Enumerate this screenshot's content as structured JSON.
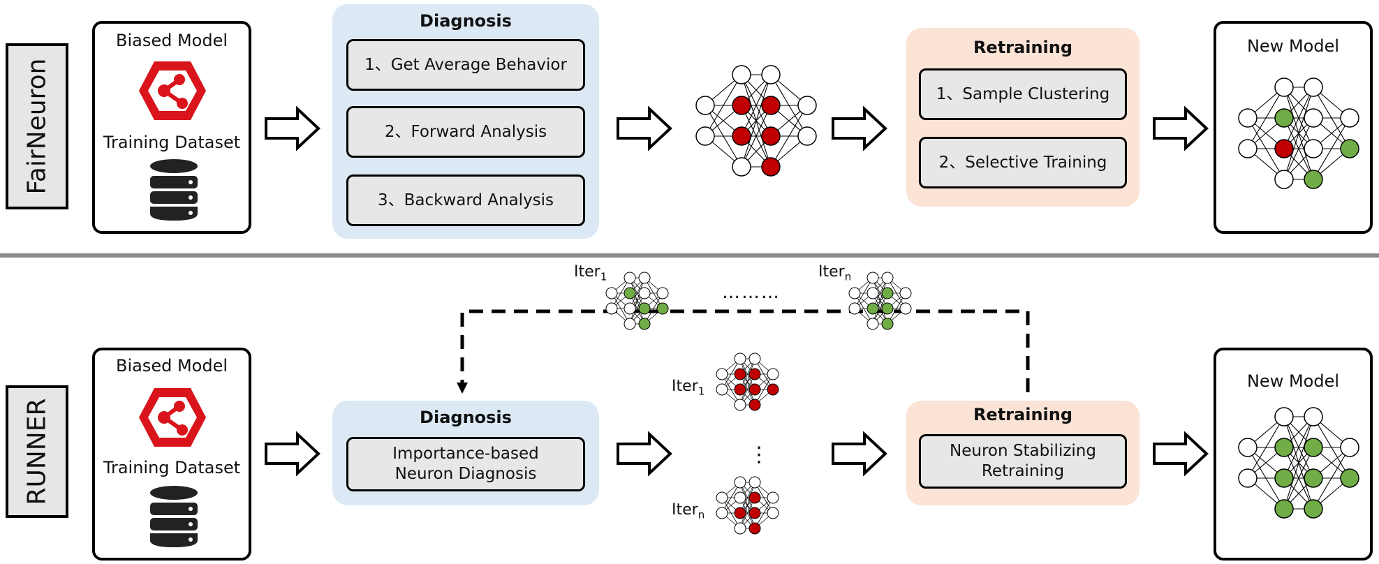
{
  "top": {
    "side_label": "FairNeuron",
    "model_card": {
      "title": "Biased Model",
      "dataset": "Training Dataset"
    },
    "diagnosis": {
      "title": "Diagnosis",
      "steps": [
        "1、Get Average Behavior",
        "2、Forward Analysis",
        "3、Backward Analysis"
      ]
    },
    "retraining": {
      "title": "Retraining",
      "steps": [
        "1、Sample Clustering",
        "2、Selective Training"
      ]
    },
    "new_model": {
      "title": "New Model"
    }
  },
  "bottom": {
    "side_label": "RUNNER",
    "model_card": {
      "title": "Biased Model",
      "dataset": "Training Dataset"
    },
    "diagnosis": {
      "title": "Diagnosis",
      "step_line1": "Importance-based",
      "step_line2": "Neuron Diagnosis"
    },
    "retraining": {
      "title": "Retraining",
      "step_line1": "Neuron Stabilizing",
      "step_line2": "Retraining"
    },
    "new_model": {
      "title": "New Model"
    },
    "iter_labels": {
      "top_first": {
        "base": "Iter",
        "sub": "1"
      },
      "top_last": {
        "base": "Iter",
        "sub": "n"
      },
      "mid_first": {
        "base": "Iter",
        "sub": "1"
      },
      "mid_last": {
        "base": "Iter",
        "sub": "n"
      }
    },
    "ellipsis_horizontal": "………",
    "ellipsis_vertical": "⋮"
  },
  "colors": {
    "red_neuron": "#c00000",
    "green_neuron": "#70ad47",
    "white_neuron": "#ffffff",
    "icon_red": "#d9141b",
    "diagnosis_panel": "#dce9f5",
    "retraining_panel": "#fbe3d5",
    "step_box": "#e7e7e7"
  },
  "icons": {
    "model": "hexagon-share-icon",
    "dataset": "database-icon"
  }
}
